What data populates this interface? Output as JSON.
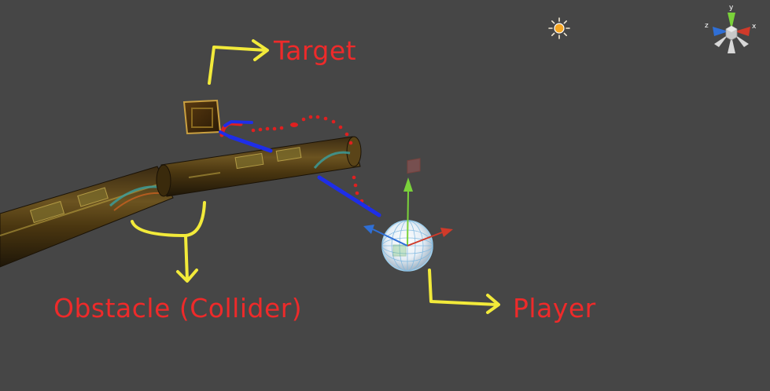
{
  "annotations": {
    "target": "Target",
    "obstacle": "Obstacle (Collider)",
    "player": "Player"
  },
  "gizmo": {
    "x_label": "x",
    "y_label": "y",
    "z_label": "z"
  },
  "colors": {
    "background": "#464646",
    "annotation_text": "#ee2a2a",
    "arrows": "#f2ea3a",
    "raycast_dotted": "#e02020",
    "raycast_solid": "#1e2ee8",
    "axis_x": "#d03a2a",
    "axis_y": "#7ad23a",
    "axis_z": "#2f6fd6",
    "sun_icon": "#f5a623"
  },
  "icons": {
    "scene_light": "sun-icon",
    "scene_gizmo": "orientation-gizmo-icon",
    "player": "sphere-collider-icon",
    "target": "cube-icon"
  }
}
